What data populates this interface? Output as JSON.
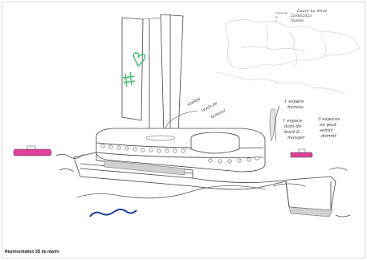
{
  "caption": "Représentation 3D du navire",
  "header_block": {
    "label_name": "Créé(e) par",
    "label_date": "Le",
    "label_place": "À",
    "author": "Laure Le Strat",
    "date": "23/06/2023",
    "place": "Nantes"
  },
  "annotations": {
    "sail_hash": "#",
    "sail_heart": "♡",
    "sails_note_line1": "voiles",
    "sails_note_line2": "(voile de",
    "sails_note_line3": "bateau)",
    "room1_line1": "1 espace",
    "room1_line2": "bureau",
    "room2_line1": "1 espace",
    "room2_line2": "dont de",
    "room2_line3": "bord &",
    "room2_line4": "manger",
    "room3_line1": "3 espaces",
    "room3_line2": "on peut",
    "room3_line3": "sentir",
    "room3_line4": "dormir"
  },
  "colors": {
    "sail_marker": "#3fbf6a",
    "boat_pink": "#e0409c",
    "wave_blue": "#1a3b9c",
    "line": "#444444"
  }
}
